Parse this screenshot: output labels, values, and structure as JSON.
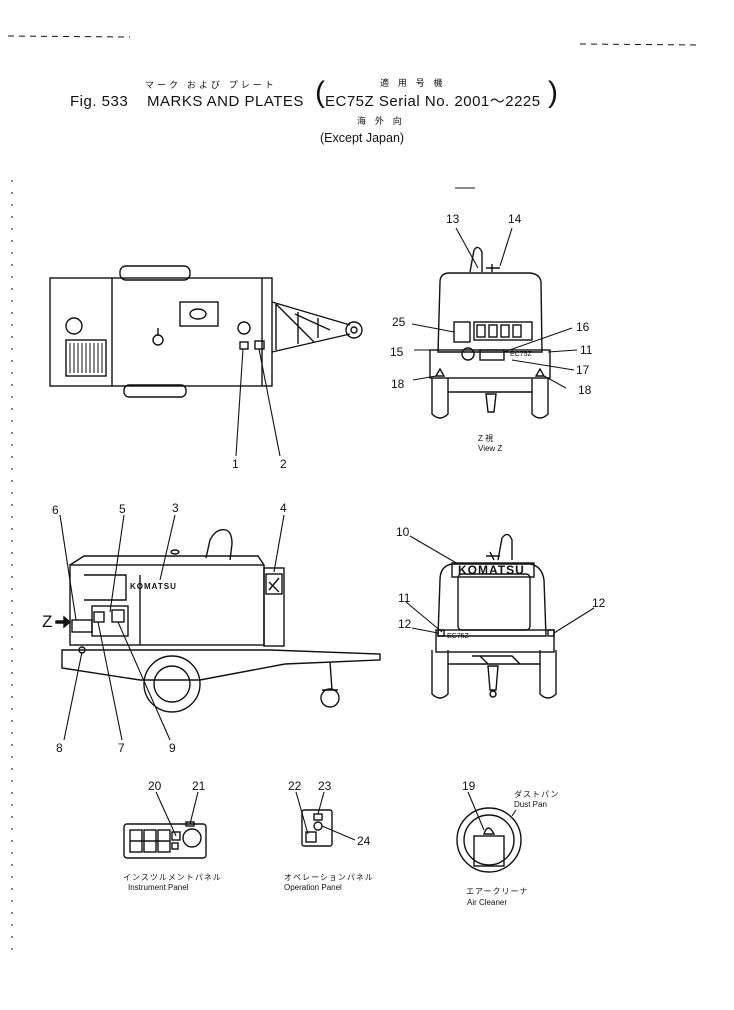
{
  "header": {
    "fig": "Fig. 533",
    "title_jp": "マーク および プレート",
    "title_en": "MARKS AND PLATES",
    "applicable_jp": "適 用 号 機",
    "model_serial": "EC75Z Serial No. 2001～2225",
    "overseas_jp": "海 外 向",
    "except": "(Except Japan)"
  },
  "views": {
    "z_jp": "Z 視",
    "z_en": "View Z",
    "z_arrow": "Z"
  },
  "panels": {
    "instrument_jp": "インスツルメントパネル",
    "instrument_en": "Instrument Panel",
    "operation_jp": "オペレーションパネル",
    "operation_en": "Operation Panel",
    "air_cleaner_jp": "エアークリーナ",
    "air_cleaner_en": "Air Cleaner",
    "dust_pan_jp": "ダストパン",
    "dust_pan_en": "Dust Pan"
  },
  "plates": {
    "brand": "KOMATSU",
    "model": "EC75Z"
  },
  "callouts": [
    "1",
    "2",
    "3",
    "4",
    "5",
    "6",
    "7",
    "8",
    "9",
    "10",
    "11",
    "11",
    "12",
    "12",
    "13",
    "14",
    "15",
    "16",
    "17",
    "18",
    "18",
    "19",
    "20",
    "21",
    "22",
    "23",
    "24",
    "25"
  ]
}
